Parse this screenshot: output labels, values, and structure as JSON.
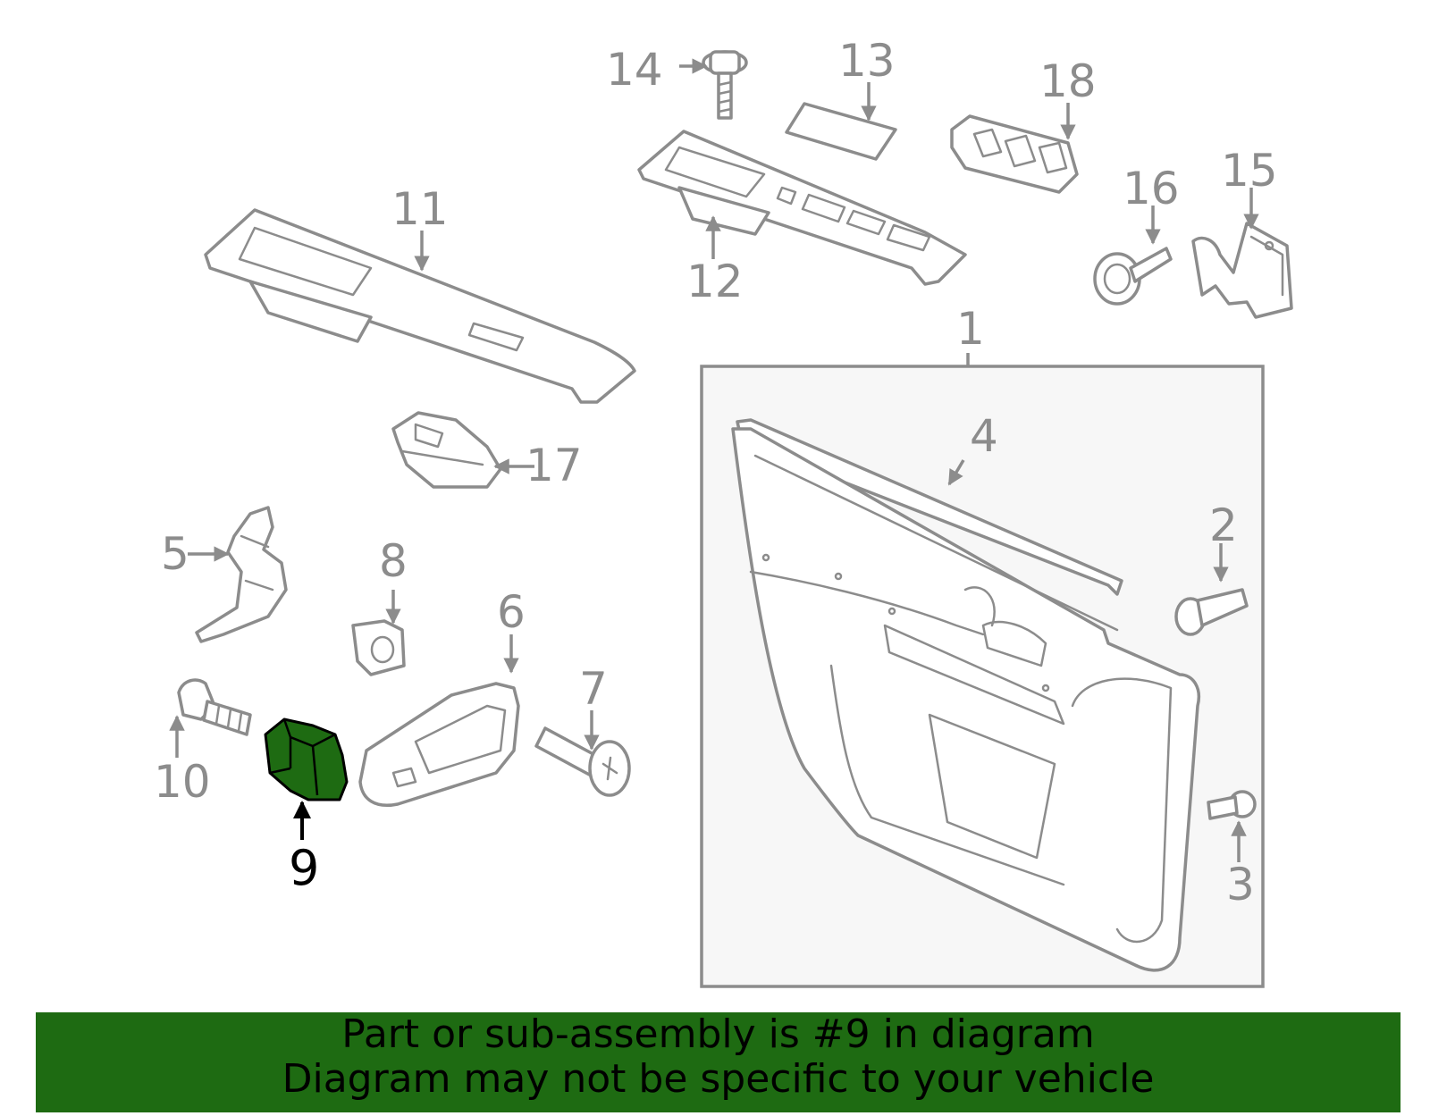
{
  "callouts": {
    "c1": "1",
    "c2": "2",
    "c3": "3",
    "c4": "4",
    "c5": "5",
    "c6": "6",
    "c7": "7",
    "c8": "8",
    "c9": "9",
    "c10": "10",
    "c11": "11",
    "c12": "12",
    "c13": "13",
    "c14": "14",
    "c15": "15",
    "c16": "16",
    "c17": "17",
    "c18": "18"
  },
  "highlighted_part": "9",
  "colors": {
    "highlight": "#1e6b12",
    "line_art": "#8c8c8c",
    "panel_bg": "#f7f7f7"
  },
  "banner": {
    "line1": "Part or sub-assembly is #9 in diagram",
    "line2": "Diagram may not be specific to your vehicle"
  }
}
